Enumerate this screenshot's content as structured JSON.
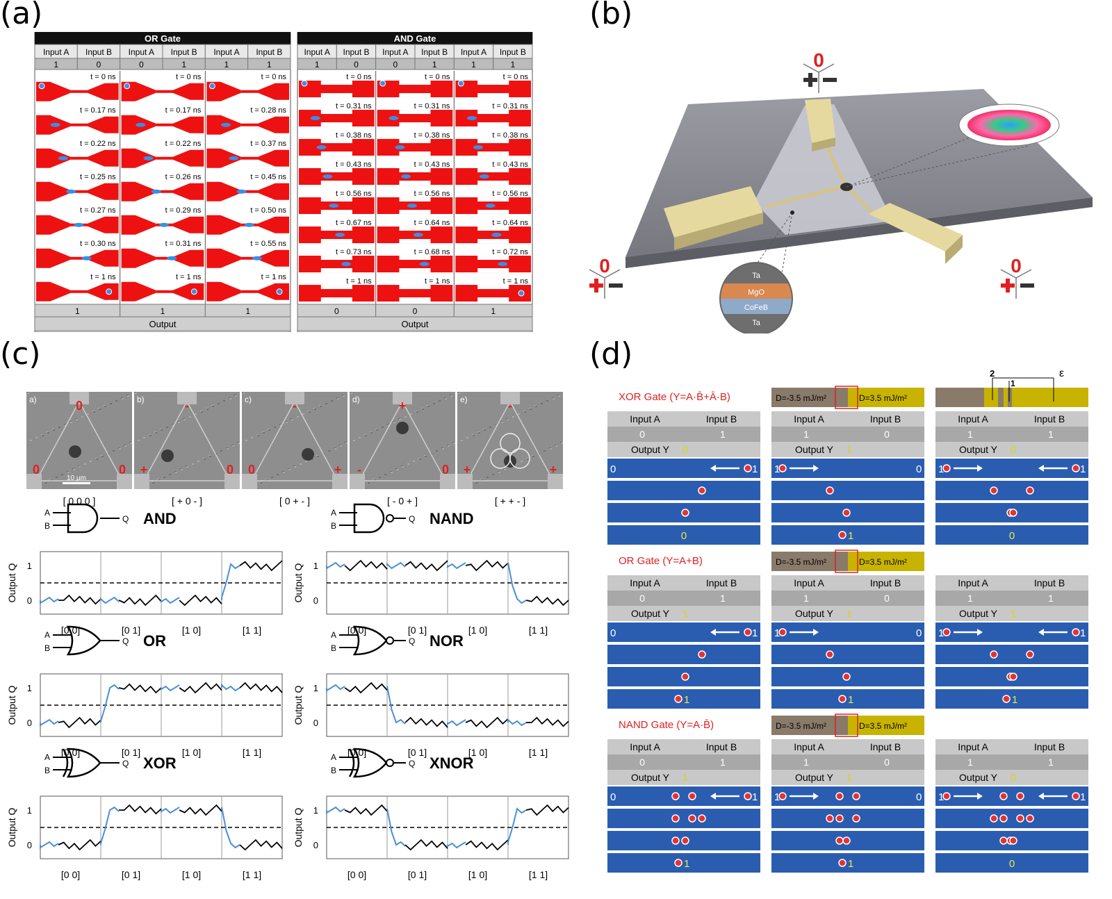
{
  "labels": {
    "a": "(a)",
    "b": "(b)",
    "c": "(c)",
    "d": "(d)"
  },
  "panel_a": {
    "or": {
      "title": "OR Gate",
      "col_headers": [
        "Input A",
        "Input B",
        "Input A",
        "Input B",
        "Input A",
        "Input B"
      ],
      "col_values": [
        "1",
        "0",
        "0",
        "1",
        "1",
        "1"
      ],
      "times": [
        [
          "t = 0 ns",
          "t = 0.17 ns",
          "t = 0.22 ns",
          "t = 0.25 ns",
          "t = 0.27 ns",
          "t = 0.30 ns",
          "t = 1 ns"
        ],
        [
          "t = 0 ns",
          "t = 0.17 ns",
          "t = 0.22 ns",
          "t = 0.26 ns",
          "t = 0.29 ns",
          "t = 0.31 ns",
          "t = 1 ns"
        ],
        [
          "t = 0 ns",
          "t = 0.28 ns",
          "t = 0.37 ns",
          "t = 0.45 ns",
          "t = 0.50 ns",
          "t = 0.55 ns",
          "t = 1 ns"
        ]
      ],
      "outputs": [
        "1",
        "1",
        "1"
      ],
      "output_label": "Output"
    },
    "and": {
      "title": "AND Gate",
      "col_headers": [
        "Input A",
        "Input B",
        "Input A",
        "Input B",
        "Input A",
        "Input B"
      ],
      "col_values": [
        "1",
        "0",
        "0",
        "1",
        "1",
        "1"
      ],
      "times": [
        [
          "t = 0 ns",
          "t = 0.31 ns",
          "t = 0.38 ns",
          "t = 0.43 ns",
          "t = 0.56 ns",
          "t = 0.67 ns",
          "t = 0.73 ns",
          "t = 1 ns"
        ],
        [
          "t = 0 ns",
          "t = 0.31 ns",
          "t = 0.38 ns",
          "t = 0.43 ns",
          "t = 0.56 ns",
          "t = 0.64 ns",
          "t = 0.68 ns",
          "t = 1 ns"
        ],
        [
          "t = 0 ns",
          "t = 0.31 ns",
          "t = 0.38 ns",
          "t = 0.43 ns",
          "t = 0.56 ns",
          "t = 0.64 ns",
          "t = 0.72 ns",
          "t = 1 ns"
        ]
      ],
      "outputs": [
        "0",
        "0",
        "1"
      ],
      "output_label": "Output"
    }
  },
  "panel_b": {
    "terminal_value": "0",
    "layers": [
      "Ta",
      "MgO",
      "CoFeB",
      "Ta"
    ],
    "colors": {
      "substrate": "#8c8c94",
      "electrode": "#e6d9a0",
      "mgo": "#d9894f",
      "cofeb": "#8fa9c9",
      "ta": "#6e6e6e"
    }
  },
  "panel_c": {
    "frame_labels": [
      "a)",
      "b)",
      "c)",
      "d)",
      "e)"
    ],
    "frame_captions": [
      "[ 0 0 0 ]",
      "[ + 0 - ]",
      "[ 0 + - ]",
      "[ - 0 + ]",
      "[ + + - ]"
    ],
    "frame_markers": [
      [
        "0",
        "0",
        "0"
      ],
      [
        "-",
        "+",
        "0"
      ],
      [
        "-",
        "0",
        "+"
      ],
      [
        "+",
        "-",
        "0"
      ],
      [
        "-",
        "+",
        "+"
      ]
    ],
    "scalebar": "10 μm",
    "ylabel": "Output Q",
    "categories": [
      "[0 0]",
      "[0 1]",
      "[1 0]",
      "[1 1]"
    ],
    "yticks": [
      "0",
      "1"
    ],
    "pin_a": "A",
    "pin_b": "B",
    "pin_q": "Q",
    "gates": [
      "AND",
      "NAND",
      "OR",
      "NOR",
      "XOR",
      "XNOR"
    ]
  },
  "chart_data": [
    {
      "type": "line",
      "title": "AND",
      "categories": [
        "[0 0]",
        "[0 1]",
        "[1 0]",
        "[1 1]"
      ],
      "values": [
        0,
        0,
        0,
        1
      ],
      "ylim": [
        -0.4,
        1.4
      ],
      "threshold": 0.5
    },
    {
      "type": "line",
      "title": "NAND",
      "categories": [
        "[0 0]",
        "[0 1]",
        "[1 0]",
        "[1 1]"
      ],
      "values": [
        1,
        1,
        1,
        0
      ],
      "ylim": [
        -0.4,
        1.4
      ],
      "threshold": 0.5
    },
    {
      "type": "line",
      "title": "OR",
      "categories": [
        "[0 0]",
        "[0 1]",
        "[1 0]",
        "[1 1]"
      ],
      "values": [
        0,
        1,
        1,
        1
      ],
      "ylim": [
        -0.4,
        1.4
      ],
      "threshold": 0.5
    },
    {
      "type": "line",
      "title": "NOR",
      "categories": [
        "[0 0]",
        "[0 1]",
        "[1 0]",
        "[1 1]"
      ],
      "values": [
        1,
        0,
        0,
        0
      ],
      "ylim": [
        -0.4,
        1.4
      ],
      "threshold": 0.5
    },
    {
      "type": "line",
      "title": "XOR",
      "categories": [
        "[0 0]",
        "[0 1]",
        "[1 0]",
        "[1 1]"
      ],
      "values": [
        0,
        1,
        1,
        0
      ],
      "ylim": [
        -0.4,
        1.4
      ],
      "threshold": 0.5
    },
    {
      "type": "line",
      "title": "XNOR",
      "categories": [
        "[0 0]",
        "[0 1]",
        "[1 0]",
        "[1 1]"
      ],
      "values": [
        1,
        0,
        0,
        1
      ],
      "ylim": [
        -0.4,
        1.4
      ],
      "threshold": 0.5
    }
  ],
  "panel_d": {
    "sections": [
      {
        "title": "XOR Gate (Y=A·B̄+Ā·B)",
        "dmi": {
          "left": "D=-3.5 mJ/m²",
          "right": "D=3.5 mJ/m²"
        },
        "cases": [
          {
            "a": "0",
            "b": "1",
            "y": "0"
          },
          {
            "a": "1",
            "b": "0",
            "y": "1"
          },
          {
            "a": "1",
            "b": "1",
            "y": "0"
          }
        ]
      },
      {
        "title": "OR Gate (Y=A+B)",
        "dmi": {
          "left": "D=-3.5 mJ/m²",
          "right": "D=3.5 mJ/m²"
        },
        "cases": [
          {
            "a": "0",
            "b": "1",
            "y": "1"
          },
          {
            "a": "1",
            "b": "0",
            "y": "1"
          },
          {
            "a": "1",
            "b": "1",
            "y": "1"
          }
        ]
      },
      {
        "title": "NAND Gate (Y=A·B̄)",
        "dmi": {
          "left": "D=-3.5 mJ/m²",
          "right": "D=3.5 mJ/m²"
        },
        "cases": [
          {
            "a": "0",
            "b": "1",
            "y": "1"
          },
          {
            "a": "1",
            "b": "0",
            "y": "1"
          },
          {
            "a": "1",
            "b": "1",
            "y": "0"
          }
        ]
      }
    ],
    "inset_labels": {
      "two": "2",
      "one": "1",
      "eps": "ε"
    },
    "input_a": "Input A",
    "input_b": "Input B",
    "output_y": "Output Y",
    "marks": {
      "zero": "0",
      "one": "1"
    },
    "colors": {
      "track": "#2a5db0",
      "skyrmion": "#e33333",
      "header": "#c8c8c8",
      "output_highlight": "#e8e84a",
      "dmi_left": "#8a7a6a",
      "dmi_right": "#c8b400"
    }
  }
}
